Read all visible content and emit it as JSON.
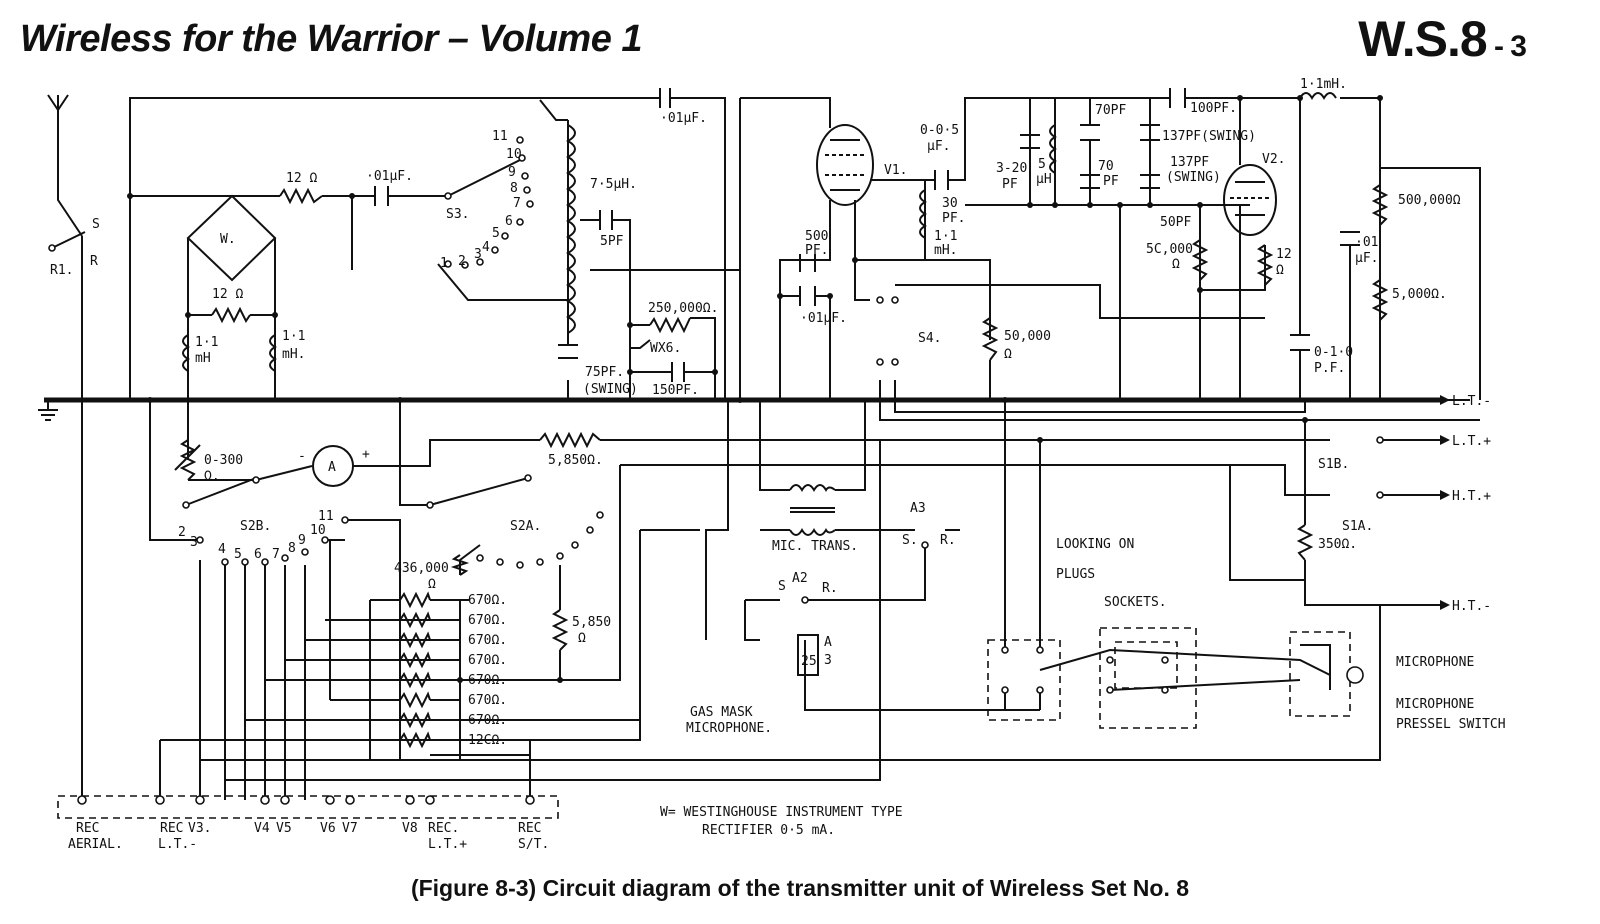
{
  "header": {
    "title": "Wireless for the Warrior – Volume 1",
    "code_main": "W.S.8",
    "code_sub": " - 3"
  },
  "caption": "(Figure 8-3) Circuit diagram of the transmitter unit of Wireless Set No. 8",
  "labels": {
    "r1": "R1.",
    "r": "R",
    "s": "S",
    "r12a": "12 Ω",
    "c01a": "·01µF.",
    "s3": "S3.",
    "w": "W.",
    "r12b": "12 Ω",
    "l11a": "1·1",
    "mH_a": "mH",
    "l11b": "1·1",
    "mH_b": "mH.",
    "c01top": "·01µF.",
    "l75": "7·5µH.",
    "c5pf": "5PF",
    "s3_11": "11",
    "s3_10": "10",
    "s3_9": "9",
    "s3_8": "8",
    "s3_7": "7",
    "s3_6": "6",
    "s3_5": "5",
    "s3_4": "4",
    "s3_3": "3",
    "s3_2": "2",
    "s3_1": "1",
    "r250k": "250,000Ω.",
    "wx6": "WX6.",
    "c75pf": "75PF.",
    "swing1": "(SWING)",
    "c150pf": "150PF.",
    "c500pf": "500",
    "pf1": "PF.",
    "c01c": "·01µF.",
    "v1": "V1.",
    "c05_a": "0-0·5",
    "c05_b": "µF.",
    "c30": "30",
    "pf30": "PF.",
    "l11c": "1·1",
    "mH_c": "mH.",
    "c320_a": "3-20",
    "c320_b": "PF",
    "l5": "5",
    "l5u": "µH",
    "c70a": "70PF",
    "c70b": "70",
    "pf70": "PF",
    "c100": "100PF.",
    "c137a": "137PF(SWING)",
    "c137b": "137PF",
    "swing2": "(SWING)",
    "c50pf": "50PF",
    "r50k_a": "5C,000",
    "ohm_a": "Ω",
    "v2": "V2.",
    "r12c": "12",
    "ohm_c": "Ω",
    "l11mh": "1·1mH.",
    "r500k": "500,000Ω",
    "c01d": "·01",
    "c01d_u": "µF.",
    "r5000": "5,000Ω.",
    "c010": "0-1·0",
    "c010_u": "P.F.",
    "s4": "S4.",
    "r50k_b": "50,000",
    "ohm_b": "Ω",
    "ammeter": "A",
    "minus": "-",
    "plus": "+",
    "r0300": "0-300",
    "ohm_r": "Ω.",
    "r5850a": "5,850Ω.",
    "s2b": "S2B.",
    "s2a": "S2A.",
    "r436k": "436,000",
    "ohm_d": "Ω",
    "r670": "670Ω.",
    "r120": "12CΩ.",
    "r5850b": "5,850",
    "ohm_e": "Ω",
    "lt_minus": "L.T.-",
    "lt_plus": "L.T.+",
    "ht_plus": "H.T.+",
    "ht_minus": "H.T.-",
    "s1b": "S1B.",
    "s1a": "S1A.",
    "r350": "350Ω.",
    "a3": "A3",
    "s_a3": "S.",
    "r_a3": "R.",
    "a2": "A2",
    "s_a2": "S",
    "r_a2": "R.",
    "relay_a": "25",
    "relay_b": "A",
    "relay_c": "3",
    "mictrans": "MIC. TRANS.",
    "gasmask_a": "GAS MASK",
    "gasmask_b": "MICROPHONE.",
    "looking": "LOOKING ON",
    "plugs": "PLUGS",
    "sockets": "SOCKETS.",
    "microphone": "MICROPHONE",
    "micpressel_a": "MICROPHONE",
    "micpressel_b": "PRESSEL SWITCH",
    "s2b_2": "2",
    "s2b_3": "3",
    "s2b_4": "4",
    "s2b_5": "5",
    "s2b_6": "6",
    "s2b_7": "7",
    "s2b_8": "8",
    "s2b_9": "9",
    "s2b_10": "10",
    "s2b_11": "11",
    "note_a": "W= WESTINGHOUSE INSTRUMENT TYPE",
    "note_b": "RECTIFIER 0·5 mA."
  },
  "terminals": [
    {
      "label_a": "REC",
      "label_b": "AERIAL."
    },
    {
      "label_a": "REC",
      "label_b": "L.T.-"
    },
    {
      "label_a": "V3.",
      "label_b": ""
    },
    {
      "label_a": "V4",
      "label_b": ""
    },
    {
      "label_a": "V5",
      "label_b": ""
    },
    {
      "label_a": "V6",
      "label_b": ""
    },
    {
      "label_a": "V7",
      "label_b": ""
    },
    {
      "label_a": "V8",
      "label_b": ""
    },
    {
      "label_a": "REC.",
      "label_b": "L.T.+"
    },
    {
      "label_a": "REC",
      "label_b": "S/T."
    }
  ]
}
